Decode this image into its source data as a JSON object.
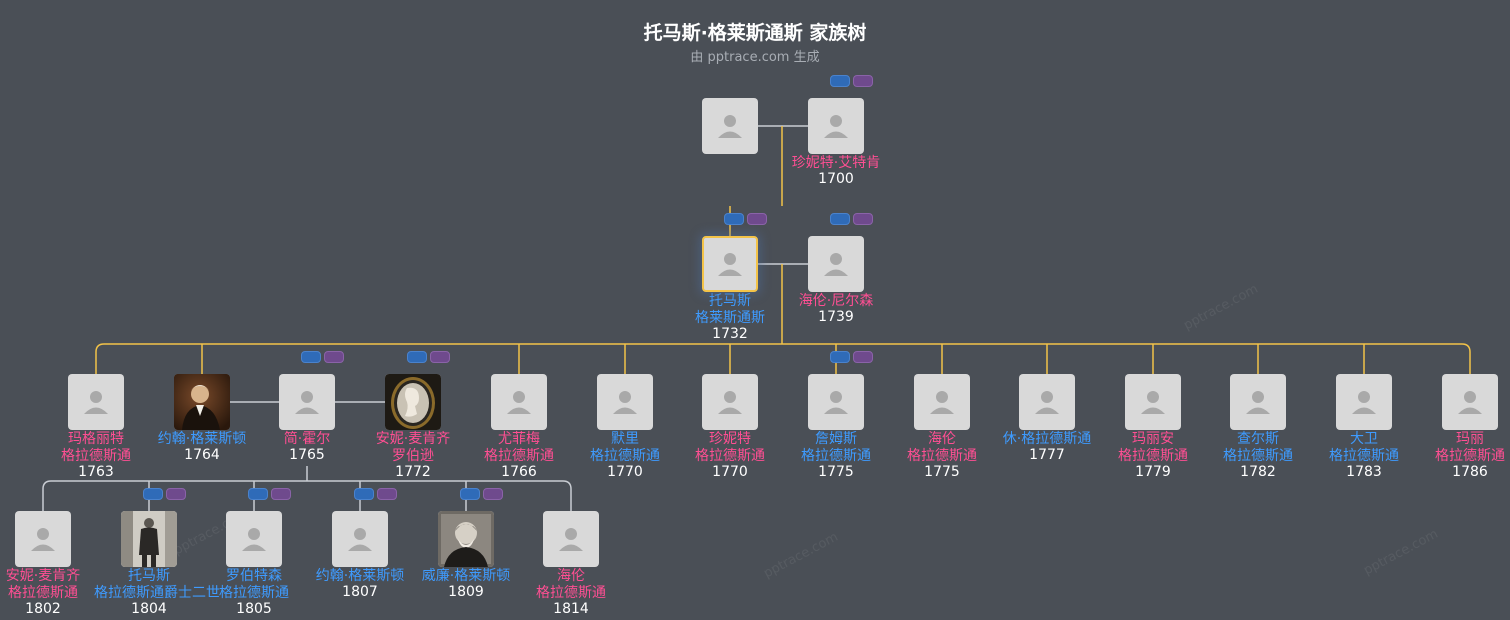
{
  "title": "托马斯·格莱斯通斯 家族树",
  "subtitle": "由 pptrace.com 生成",
  "watermark": "pptrace.com",
  "colors": {
    "background": "#4a4f56",
    "female": "#ff4f93",
    "male": "#3e9bff",
    "descent_line": "#f3c348",
    "spouse_line": "#c9cdd3",
    "selected_border": "#f3c348"
  },
  "people": [
    {
      "id": "g1_father",
      "name_lines": [],
      "year": "",
      "gender": "male",
      "photo": "placeholder-avatar-icon"
    },
    {
      "id": "g1_mother",
      "name_lines": [
        "珍妮特·艾特肯"
      ],
      "year": "1700",
      "gender": "female",
      "photo": "placeholder-avatar-icon"
    },
    {
      "id": "thomas",
      "name_lines": [
        "托马斯",
        "格莱斯通斯"
      ],
      "year": "1732",
      "gender": "male",
      "photo": "placeholder-avatar-icon",
      "selected": true
    },
    {
      "id": "helen_nelson",
      "name_lines": [
        "海伦·尼尔森"
      ],
      "year": "1739",
      "gender": "female",
      "photo": "placeholder-avatar-icon"
    },
    {
      "id": "c1",
      "name_lines": [
        "玛格丽特",
        "格拉德斯通"
      ],
      "year": "1763",
      "gender": "female",
      "photo": "placeholder-avatar-icon"
    },
    {
      "id": "c2",
      "name_lines": [
        "约翰·格莱斯顿"
      ],
      "year": "1764",
      "gender": "male",
      "photo": "portrait-photo"
    },
    {
      "id": "c2_spouse1",
      "name_lines": [
        "简·霍尔"
      ],
      "year": "1765",
      "gender": "female",
      "photo": "placeholder-avatar-icon"
    },
    {
      "id": "c2_spouse2",
      "name_lines": [
        "安妮·麦肯齐",
        "罗伯逊"
      ],
      "year": "1772",
      "gender": "female",
      "photo": "cameo-photo"
    },
    {
      "id": "c3",
      "name_lines": [
        "尤菲梅",
        "格拉德斯通"
      ],
      "year": "1766",
      "gender": "female",
      "photo": "placeholder-avatar-icon"
    },
    {
      "id": "c4",
      "name_lines": [
        "默里",
        "格拉德斯通"
      ],
      "year": "1770",
      "gender": "male",
      "photo": "placeholder-avatar-icon"
    },
    {
      "id": "c5",
      "name_lines": [
        "珍妮特",
        "格拉德斯通"
      ],
      "year": "1770",
      "gender": "female",
      "photo": "placeholder-avatar-icon"
    },
    {
      "id": "c6",
      "name_lines": [
        "詹姆斯",
        "格拉德斯通"
      ],
      "year": "1775",
      "gender": "male",
      "photo": "placeholder-avatar-icon"
    },
    {
      "id": "c7",
      "name_lines": [
        "海伦",
        "格拉德斯通"
      ],
      "year": "1775",
      "gender": "female",
      "photo": "placeholder-avatar-icon"
    },
    {
      "id": "c8",
      "name_lines": [
        "休·格拉德斯通"
      ],
      "year": "1777",
      "gender": "male",
      "photo": "placeholder-avatar-icon"
    },
    {
      "id": "c9",
      "name_lines": [
        "玛丽安",
        "格拉德斯通"
      ],
      "year": "1779",
      "gender": "female",
      "photo": "placeholder-avatar-icon"
    },
    {
      "id": "c10",
      "name_lines": [
        "查尔斯",
        "格拉德斯通"
      ],
      "year": "1782",
      "gender": "male",
      "photo": "placeholder-avatar-icon"
    },
    {
      "id": "c11",
      "name_lines": [
        "大卫",
        "格拉德斯通"
      ],
      "year": "1783",
      "gender": "male",
      "photo": "placeholder-avatar-icon"
    },
    {
      "id": "c12",
      "name_lines": [
        "玛丽",
        "格拉德斯通"
      ],
      "year": "1786",
      "gender": "female",
      "photo": "placeholder-avatar-icon"
    },
    {
      "id": "gc1",
      "name_lines": [
        "安妮·麦肯齐",
        "格拉德斯通"
      ],
      "year": "1802",
      "gender": "female",
      "photo": "placeholder-avatar-icon"
    },
    {
      "id": "gc2",
      "name_lines": [
        "托马斯",
        "格拉德斯通爵士二世"
      ],
      "year": "1804",
      "gender": "male",
      "photo": "standing-portrait-photo"
    },
    {
      "id": "gc3",
      "name_lines": [
        "罗伯特森",
        "格拉德斯通"
      ],
      "year": "1805",
      "gender": "male",
      "photo": "placeholder-avatar-icon"
    },
    {
      "id": "gc4",
      "name_lines": [
        "约翰·格莱斯顿"
      ],
      "year": "1807",
      "gender": "male",
      "photo": "placeholder-avatar-icon"
    },
    {
      "id": "gc5",
      "name_lines": [
        "威廉·格莱斯顿"
      ],
      "year": "1809",
      "gender": "male",
      "photo": "engraving-portrait-photo"
    },
    {
      "id": "gc6",
      "name_lines": [
        "海伦",
        "格拉德斯通"
      ],
      "year": "1814",
      "gender": "female",
      "photo": "placeholder-avatar-icon"
    }
  ],
  "couples": [
    {
      "a": "g1_father",
      "b": "g1_mother"
    },
    {
      "a": "thomas",
      "b": "helen_nelson"
    },
    {
      "a": "c2",
      "b": "c2_spouse1"
    },
    {
      "a": "c2_spouse1",
      "b": "c2_spouse2"
    }
  ],
  "families": [
    {
      "parents": [
        "g1_father",
        "g1_mother"
      ],
      "children": [
        "thomas"
      ]
    },
    {
      "parents": [
        "thomas",
        "helen_nelson"
      ],
      "children": [
        "c1",
        "c2",
        "c3",
        "c4",
        "c5",
        "c6",
        "c7",
        "c8",
        "c9",
        "c10",
        "c11",
        "c12"
      ]
    },
    {
      "parents": [
        "c2",
        "c2_spouse2"
      ],
      "children": [
        "gc1",
        "gc2",
        "gc3",
        "gc4",
        "gc5",
        "gc6"
      ]
    }
  ],
  "expand_markers": [
    "g1_mother",
    "thomas",
    "helen_nelson",
    "c2_spouse1",
    "c2_spouse2",
    "c6",
    "gc2",
    "gc3",
    "gc4",
    "gc5"
  ]
}
